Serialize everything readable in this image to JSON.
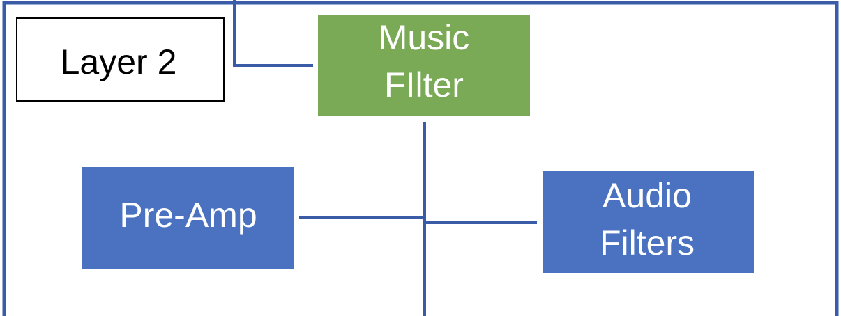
{
  "layer_label": "Layer 2",
  "nodes": {
    "music_filter": {
      "lines": [
        "Music",
        "FIlter"
      ]
    },
    "pre_amp": {
      "lines": [
        "Pre-Amp"
      ]
    },
    "audio_filters": {
      "lines": [
        "Audio",
        "Filters"
      ]
    }
  },
  "colors": {
    "frame": "#3a5ba7",
    "green_box": "#7aaa55",
    "blue_box": "#4a72c0",
    "connector": "#3a5ba7"
  }
}
